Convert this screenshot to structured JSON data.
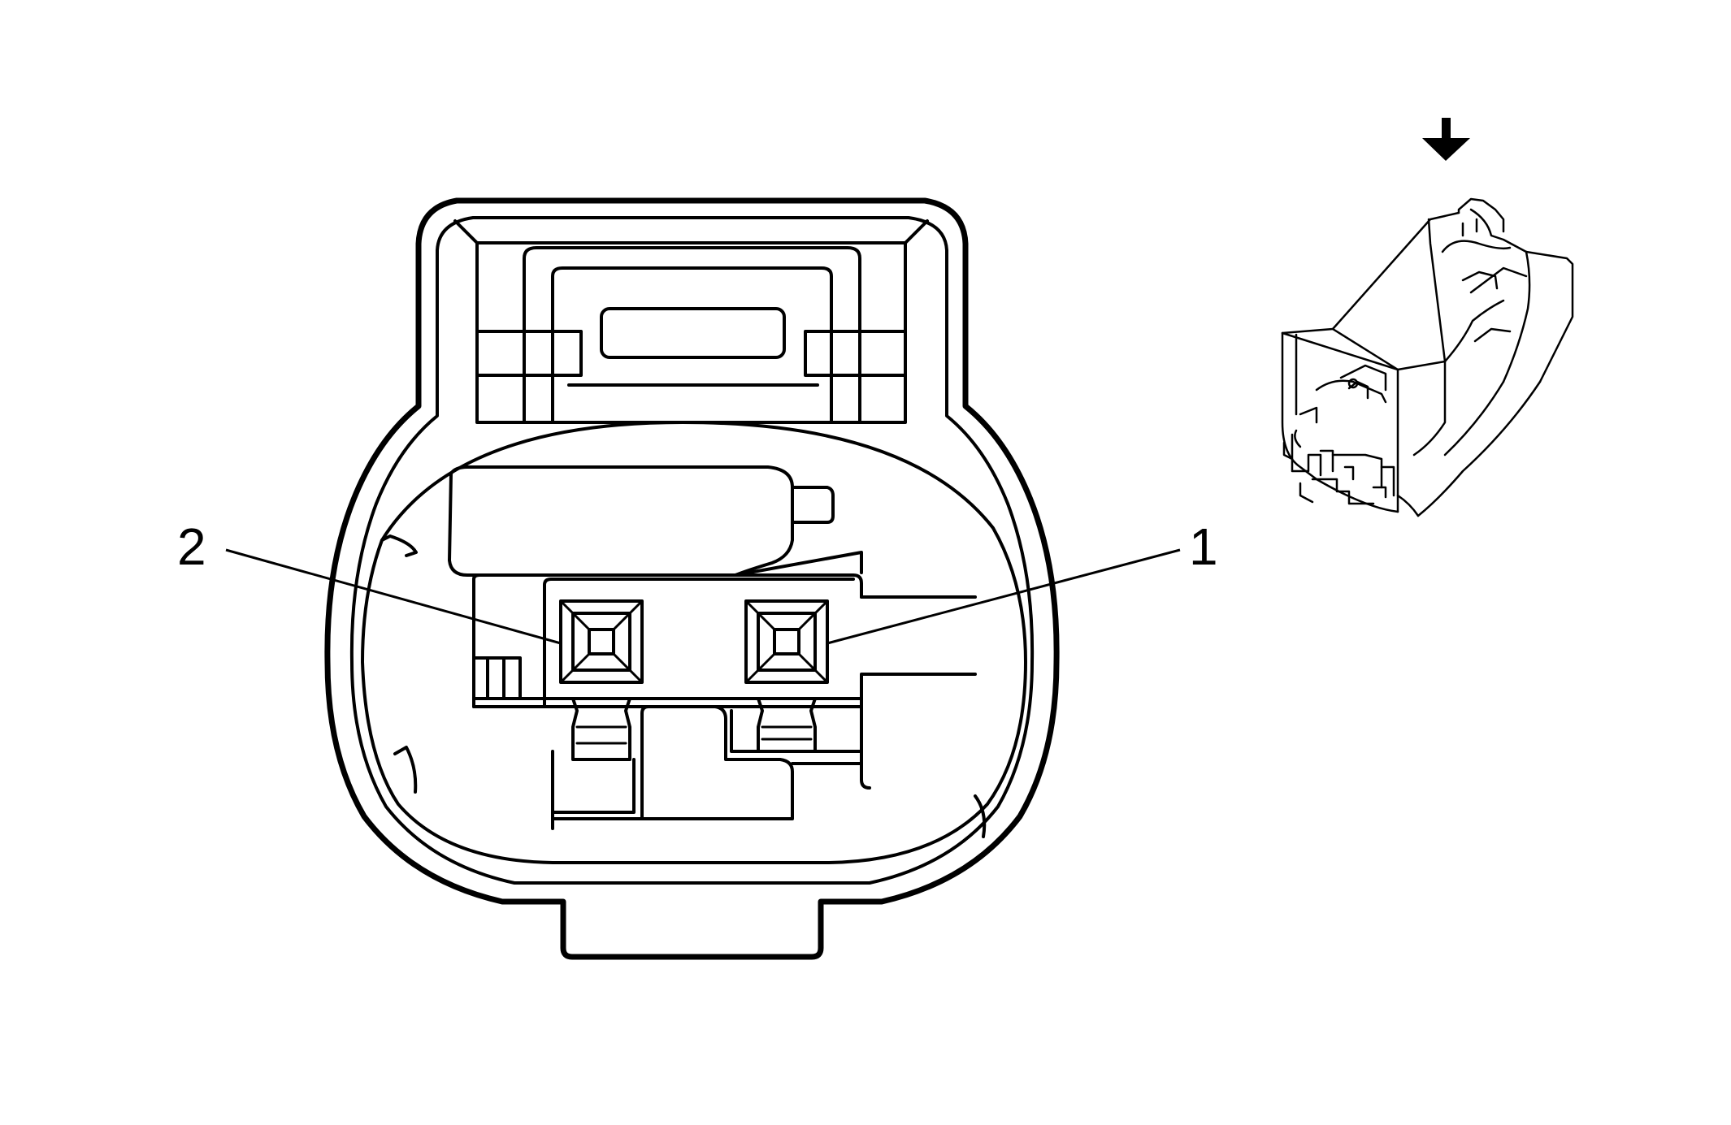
{
  "pins": [
    {
      "number": "1",
      "pin": "pin-1"
    },
    {
      "number": "2",
      "pin": "pin-2"
    }
  ],
  "colors": {
    "line": "#000000",
    "background": "#ffffff"
  },
  "icons": [
    "view-direction-arrow-icon",
    "connector-3d-view-icon"
  ]
}
